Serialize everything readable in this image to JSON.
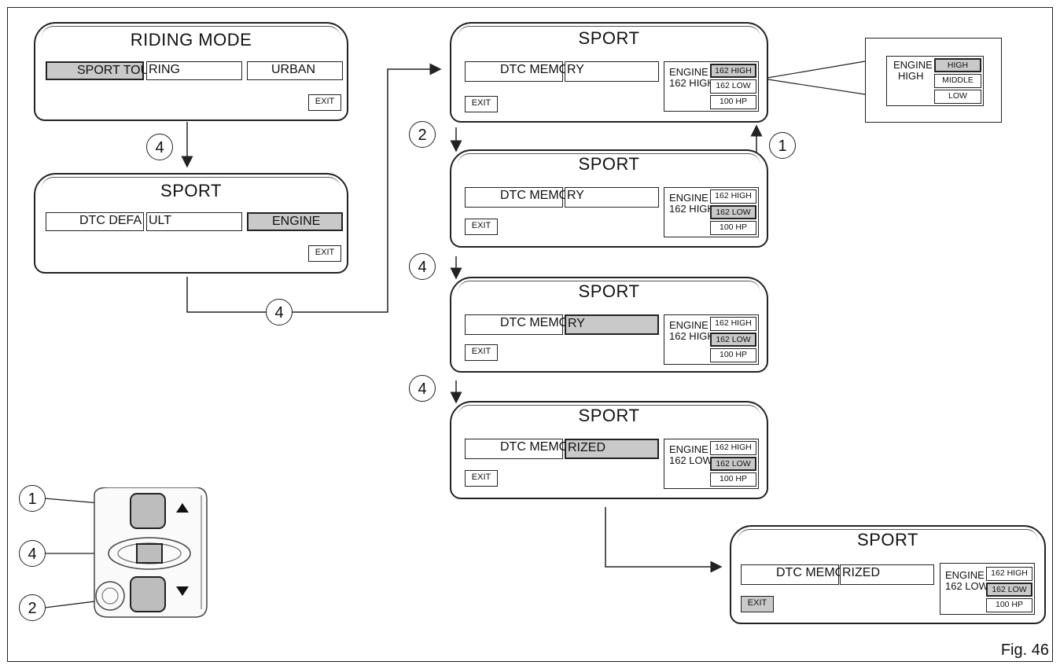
{
  "figure_label": "Fig. 46",
  "riding_mode": {
    "title": "RIDING MODE",
    "opt1_a": "SPORT TOU",
    "opt1_b": "RING",
    "opt3": "URBAN",
    "exit": "EXIT"
  },
  "sport_default": {
    "title": "SPORT",
    "opt1_a": "DTC DEFA",
    "opt1_b": "ULT",
    "opt3": "ENGINE",
    "exit": "EXIT"
  },
  "sport_screens": [
    {
      "title": "SPORT",
      "dtc_a": "DTC MEMO",
      "dtc_b": "RY",
      "engine": "ENGINE",
      "engine_value": "162 HIGH",
      "options": [
        "162 HIGH",
        "162 LOW",
        "100 HP"
      ],
      "exit": "EXIT"
    },
    {
      "title": "SPORT",
      "dtc_a": "DTC MEMO",
      "dtc_b": "RY",
      "engine": "ENGINE",
      "engine_value": "162 HIGH",
      "options": [
        "162 HIGH",
        "162 LOW",
        "100 HP"
      ],
      "exit": "EXIT"
    },
    {
      "title": "SPORT",
      "dtc_a": "DTC MEMO",
      "dtc_b": "RY",
      "engine": "ENGINE",
      "engine_value": "162 HIGH",
      "options": [
        "162 HIGH",
        "162 LOW",
        "100 HP"
      ],
      "exit": "EXIT"
    },
    {
      "title": "SPORT",
      "dtc_a": "DTC MEMO",
      "dtc_b": "RIZED",
      "engine": "ENGINE",
      "engine_value": "162 LOW",
      "options": [
        "162 HIGH",
        "162 LOW",
        "100 HP"
      ],
      "exit": "EXIT"
    },
    {
      "title": "SPORT",
      "dtc_a": "DTC MEMO",
      "dtc_b": "RIZED",
      "engine": "ENGINE",
      "engine_value": "162 LOW",
      "options": [
        "162 HIGH",
        "162 LOW",
        "100 HP"
      ],
      "exit": "EXIT"
    }
  ],
  "zoom_panel": {
    "engine": "ENGINE",
    "value": "HIGH",
    "options": [
      "HIGH",
      "MIDDLE",
      "LOW"
    ]
  },
  "callouts": {
    "c4a": "4",
    "c4b": "4",
    "c2": "2",
    "c1": "1",
    "c4c": "4",
    "c4d": "4",
    "k1": "1",
    "k4": "4",
    "k2": "2"
  }
}
